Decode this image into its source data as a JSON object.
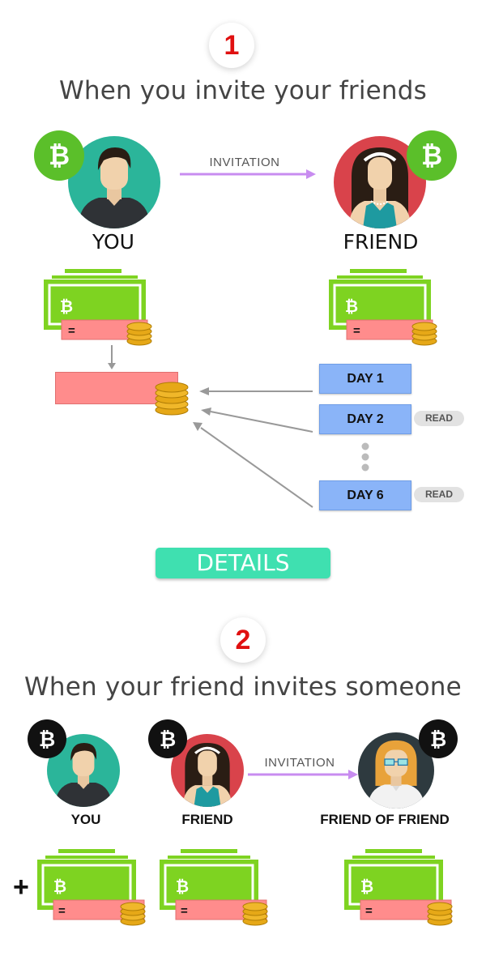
{
  "section1": {
    "step_number": "1",
    "heading": "When you invite your friends",
    "you_label": "YOU",
    "friend_label": "FRIEND",
    "invitation_label": "INVITATION",
    "days": [
      {
        "label": "DAY 1",
        "badge": ""
      },
      {
        "label": "DAY 2",
        "badge": "READ"
      },
      {
        "label": "DAY 6",
        "badge": "READ"
      }
    ],
    "details_button": "DETAILS"
  },
  "section2": {
    "step_number": "2",
    "heading": "When your friend invites someone",
    "you_label": "YOU",
    "friend_label": "FRIEND",
    "friend_of_friend_label": "FRIEND OF FRIEND",
    "invitation_label": "INVITATION",
    "plus_sign": "+"
  },
  "bill": {
    "bitcoin_symbol": "₿",
    "equals": "="
  },
  "colors": {
    "bitcoin_green": "#5bbf2a",
    "bill_green": "#7ed321",
    "bill_pink": "#ff8c8c",
    "day_blue": "#8ab4f8",
    "details_teal": "#3fe0b0",
    "step_red": "#e01010",
    "invite_arrow": "#c88cf0",
    "you_bg": "#2bb59a",
    "friend_bg": "#d9434b",
    "fof_bg": "#2e3a3f"
  }
}
